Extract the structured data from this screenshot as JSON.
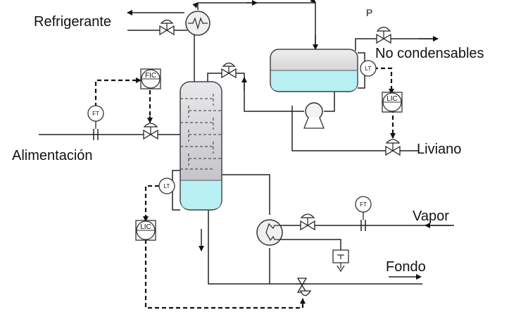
{
  "labels": {
    "refrigerante": "Refrigerante",
    "p": "P",
    "no_condensables": "No condensables",
    "alimentacion": "Alimentación",
    "liviano": "Liviano",
    "vapor": "Vapor",
    "fondo": "Fondo"
  },
  "instruments": {
    "fic": "FIC",
    "ft_feed": "FT",
    "lt_drum": "LT",
    "lic_drum": "LIC",
    "lt_column": "LT",
    "lic_column": "LIC",
    "ft_steam": "FT"
  },
  "colors": {
    "column_fill": "#c8c8cc",
    "liquid": "#b8f0f4",
    "drum_fill": "#d0d0d4"
  }
}
